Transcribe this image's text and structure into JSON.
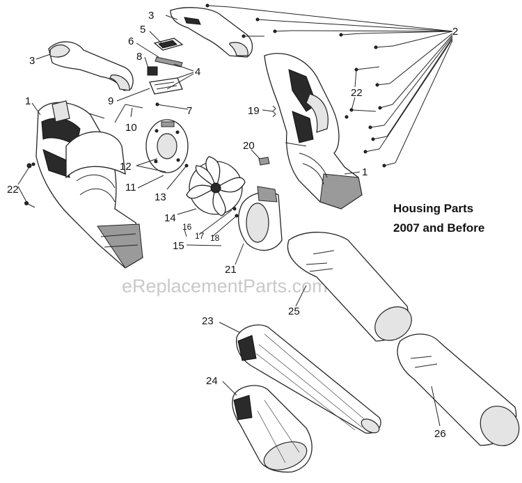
{
  "title_line1": "Housing Parts",
  "title_line2": "2007 and Before",
  "watermark": "eReplacementParts.com",
  "callouts": {
    "c1a": "1",
    "c1b": "1",
    "c2": "2",
    "c3a": "3",
    "c3b": "3",
    "c4": "4",
    "c5": "5",
    "c6": "6",
    "c7": "7",
    "c8": "8",
    "c9": "9",
    "c10": "10",
    "c11": "11",
    "c12": "12",
    "c13": "13",
    "c14": "14",
    "c15": "15",
    "c16": "16",
    "c17": "17",
    "c18": "18",
    "c19": "19",
    "c20": "20",
    "c21": "21",
    "c22a": "22",
    "c22b": "22",
    "c23": "23",
    "c24": "24",
    "c25": "25",
    "c26": "26"
  }
}
